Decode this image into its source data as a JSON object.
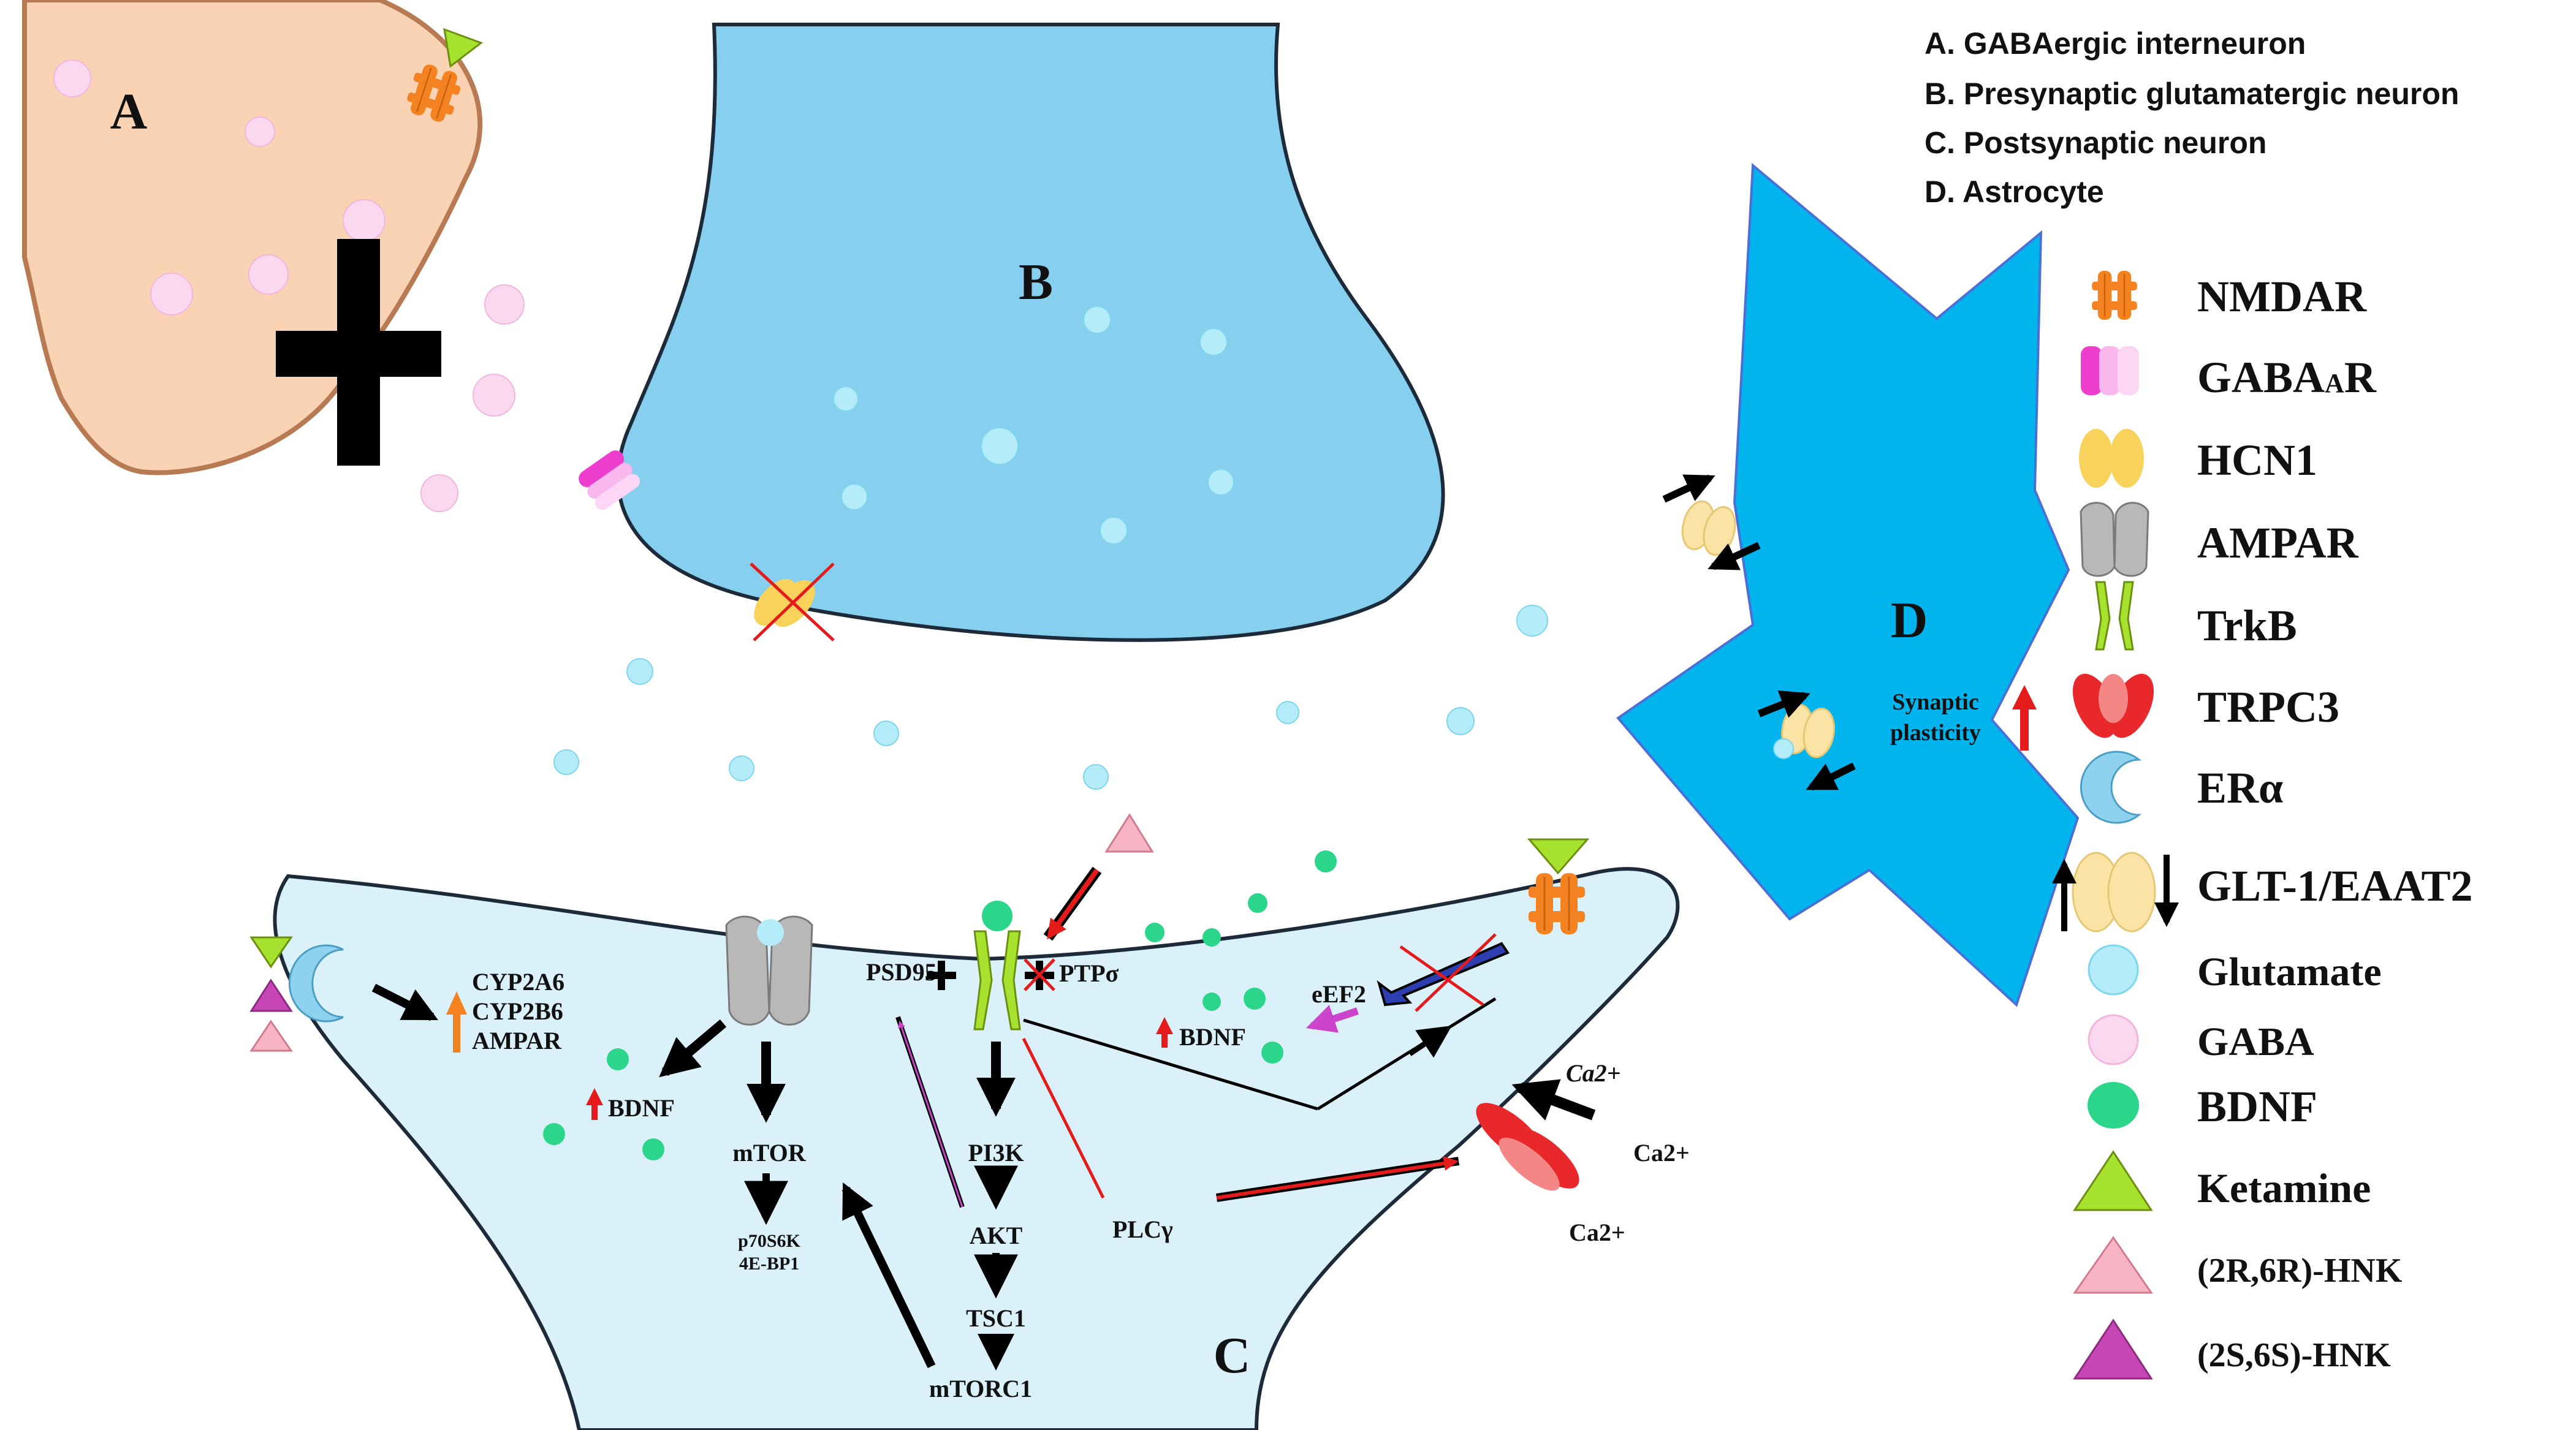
{
  "regions": {
    "a": "A",
    "b": "B",
    "c": "C",
    "d": "D"
  },
  "key": [
    "A. GABAergic interneuron",
    "B. Presynaptic glutamatergic neuron",
    "C. Postsynaptic neuron",
    "D. Astrocyte"
  ],
  "legend": {
    "nmdar": "NMDAR",
    "gabaa_main": "GABA",
    "gabaa_sub": "A",
    "gabaa_tail": "R",
    "hcn1": "HCN1",
    "ampar": "AMPAR",
    "trkb": "TrkB",
    "trpc3": "TRPC3",
    "era": "ERα",
    "glt1": "GLT-1/EAAT2",
    "glutamate": "Glutamate",
    "gaba": "GABA",
    "bdnf": "BDNF",
    "ketamine": "Ketamine",
    "hnk_rr": "(2R,6R)-HNK",
    "hnk_ss": "(2S,6S)-HNK"
  },
  "labels": {
    "cyp": [
      "CYP2A6",
      "CYP2B6",
      "AMPAR"
    ],
    "bdnf_left": "BDNF",
    "bdnf_right": "BDNF",
    "psd95": "PSD95",
    "ptp": "PTPσ",
    "eef2": "eEF2",
    "mtor": "mTOR",
    "p70": "p70S6K",
    "ebp1": "4E-BP1",
    "pi3k": "PI3K",
    "akt": "AKT",
    "tsc1": "TSC1",
    "mtorc1": "mTORC1",
    "plcg": "PLCγ",
    "ca_top": "Ca2+",
    "ca_right": "Ca2+",
    "ca_bottom": "Ca2+",
    "syn1": "Synaptic",
    "syn2": "plasticity"
  },
  "colors": {
    "interneuron": "#fad2b4",
    "interneuron_edge": "#b87a52",
    "presynaptic": "#87cfee",
    "postsynaptic": "#daf1fa",
    "astrocyte": "#00b4ee",
    "nmdar": "#f58220",
    "gabaa": "#ee3ed0",
    "hcn1": "#f9d25c",
    "ampar": "#b8b8b8",
    "trkb": "#a6e22e",
    "trpc3": "#e8282a",
    "era": "#8ed2ef",
    "glt1": "#fbe3a5",
    "glutamate": "#b4ecf9",
    "gaba": "#fad8f0",
    "bdnf": "#2bd68a",
    "ketamine": "#a6e22e",
    "hnk_rr": "#f7b4c4",
    "hnk_ss": "#c845b5",
    "arrow_red": "#e51b1b",
    "arrow_orange": "#f58220"
  },
  "icons": [
    "plus-sign-icon",
    "cross-out-icon",
    "up-arrow-icon",
    "receptor-icons",
    "drug-triangle-icons"
  ]
}
